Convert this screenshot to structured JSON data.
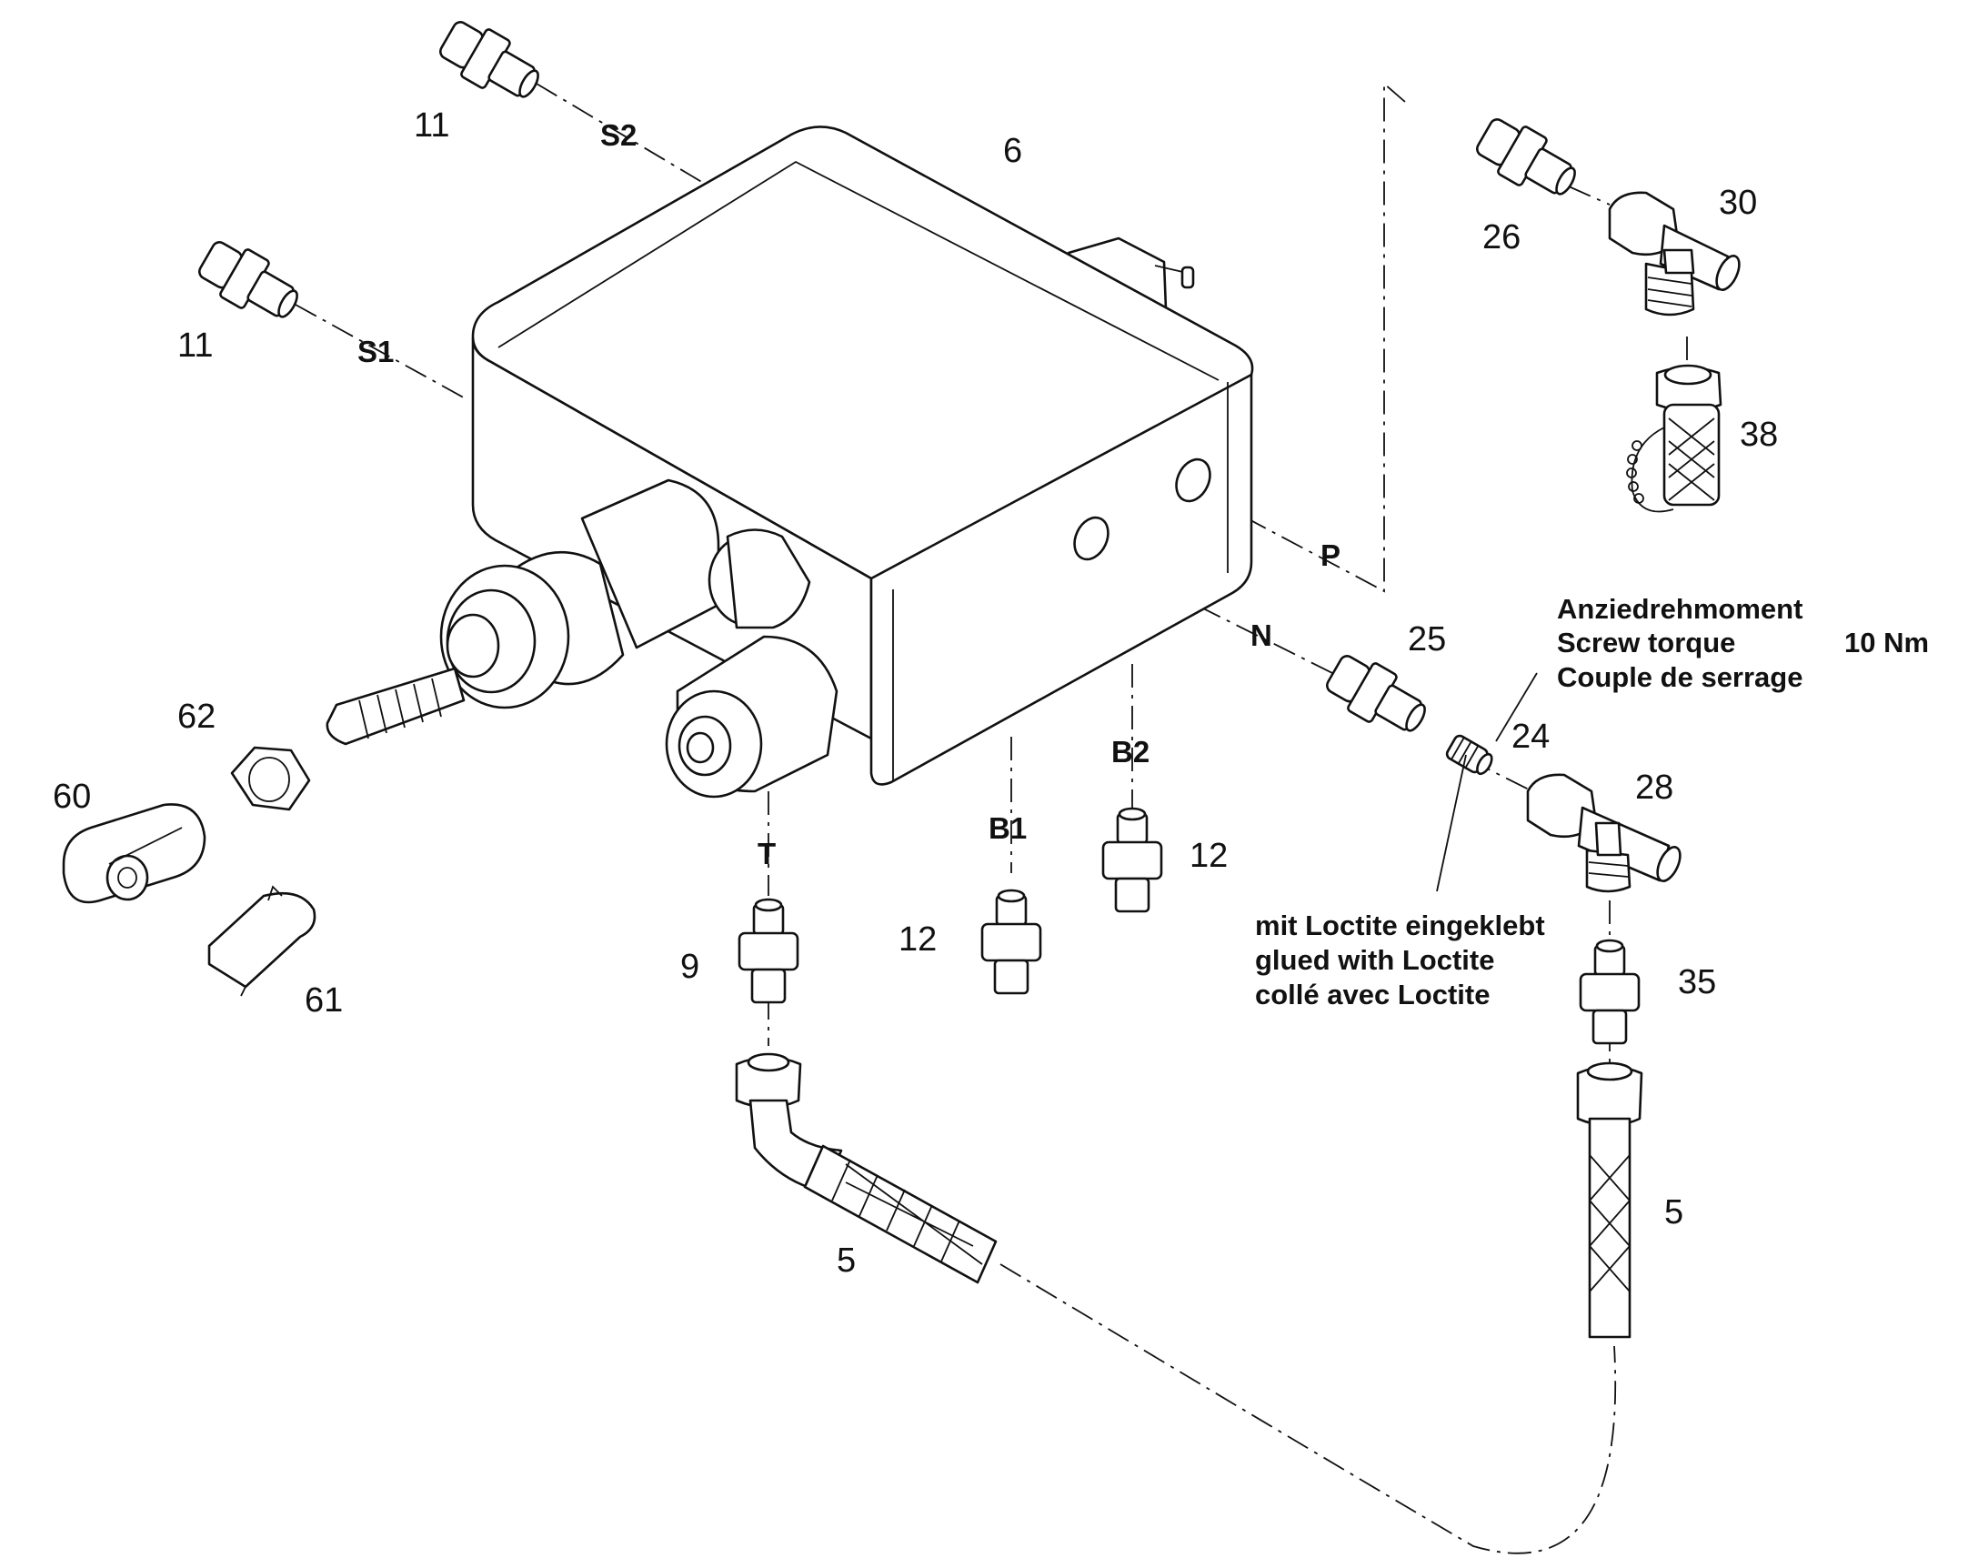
{
  "part_numbers": {
    "p11a": "11",
    "p11b": "11",
    "p6": "6",
    "p26": "26",
    "p30": "30",
    "p38": "38",
    "p25": "25",
    "p24": "24",
    "p28": "28",
    "p62": "62",
    "p60": "60",
    "p61": "61",
    "p9": "9",
    "p12a": "12",
    "p12b": "12",
    "p35": "35",
    "p5a": "5",
    "p5b": "5"
  },
  "port_labels": {
    "s2": "S2",
    "s1": "S1",
    "p": "P",
    "n": "N",
    "t": "T",
    "b1": "B1",
    "b2": "B2"
  },
  "torque_note": {
    "line1": "Anziedrehmoment",
    "line2": "Screw torque",
    "line3": "Couple de serrage",
    "value": "10 Nm"
  },
  "loctite_note": {
    "line1": "mit Loctite eingeklebt",
    "line2": "glued with Loctite",
    "line3": "collé avec Loctite"
  },
  "colors": {
    "line": "#111111",
    "background": "#ffffff"
  }
}
